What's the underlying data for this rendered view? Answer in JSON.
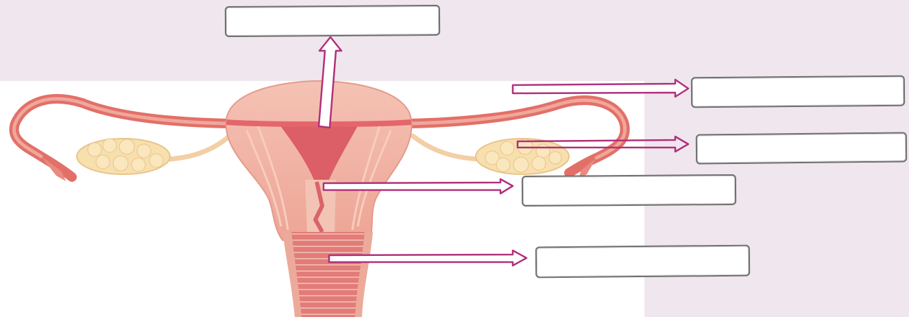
{
  "diagram": {
    "colors": {
      "page_background": "#efe6ee",
      "illustration_background": "#ffffff",
      "tissue_light": "#f3b7a9",
      "tissue_mid": "#eb9a8c",
      "tissue_dark": "#d9646a",
      "ovary_fill": "#f6dba8",
      "fimbria_fill": "#f0d6b0",
      "arrow_stroke": "#b0307a"
    },
    "labels": [
      {
        "id": "fundus",
        "text": ""
      },
      {
        "id": "fallopian-tube",
        "text": ""
      },
      {
        "id": "ovary",
        "text": ""
      },
      {
        "id": "cervix",
        "text": ""
      },
      {
        "id": "vagina",
        "text": ""
      }
    ],
    "arrows": [
      {
        "from": "uterus-cavity",
        "to": "fundus",
        "direction": "up"
      },
      {
        "from": "fallopian-tube",
        "to": "fallopian-tube",
        "direction": "right"
      },
      {
        "from": "ovary",
        "to": "ovary",
        "direction": "right"
      },
      {
        "from": "cervix",
        "to": "cervix",
        "direction": "right"
      },
      {
        "from": "vagina",
        "to": "vagina",
        "direction": "right"
      }
    ]
  }
}
